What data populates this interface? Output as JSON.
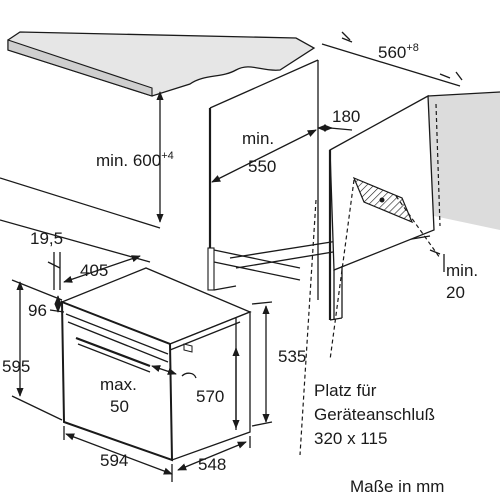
{
  "diagram": {
    "dims": {
      "countertop_depth": "560",
      "countertop_depth_tolerance": "+8",
      "niche_height_prefix": "min. 600",
      "niche_height_tolerance": "+4",
      "niche_depth_line1": "min.",
      "niche_depth_line2": "550",
      "side_panel": "180",
      "oven_offset": "19,5",
      "oven_depth_top": "405",
      "front_panel": "96",
      "front_height": "595",
      "body_height_right": "535",
      "body_height_inner": "570",
      "gap_line1": "max.",
      "gap_line2": "50",
      "front_width": "594",
      "body_width": "548",
      "clearance_line1": "min.",
      "clearance_line2": "20"
    },
    "connection_note": {
      "line1": "Platz für",
      "line2": "Geräteanschluß",
      "line3": "320 x 115"
    },
    "units_note": "Maße in mm"
  }
}
